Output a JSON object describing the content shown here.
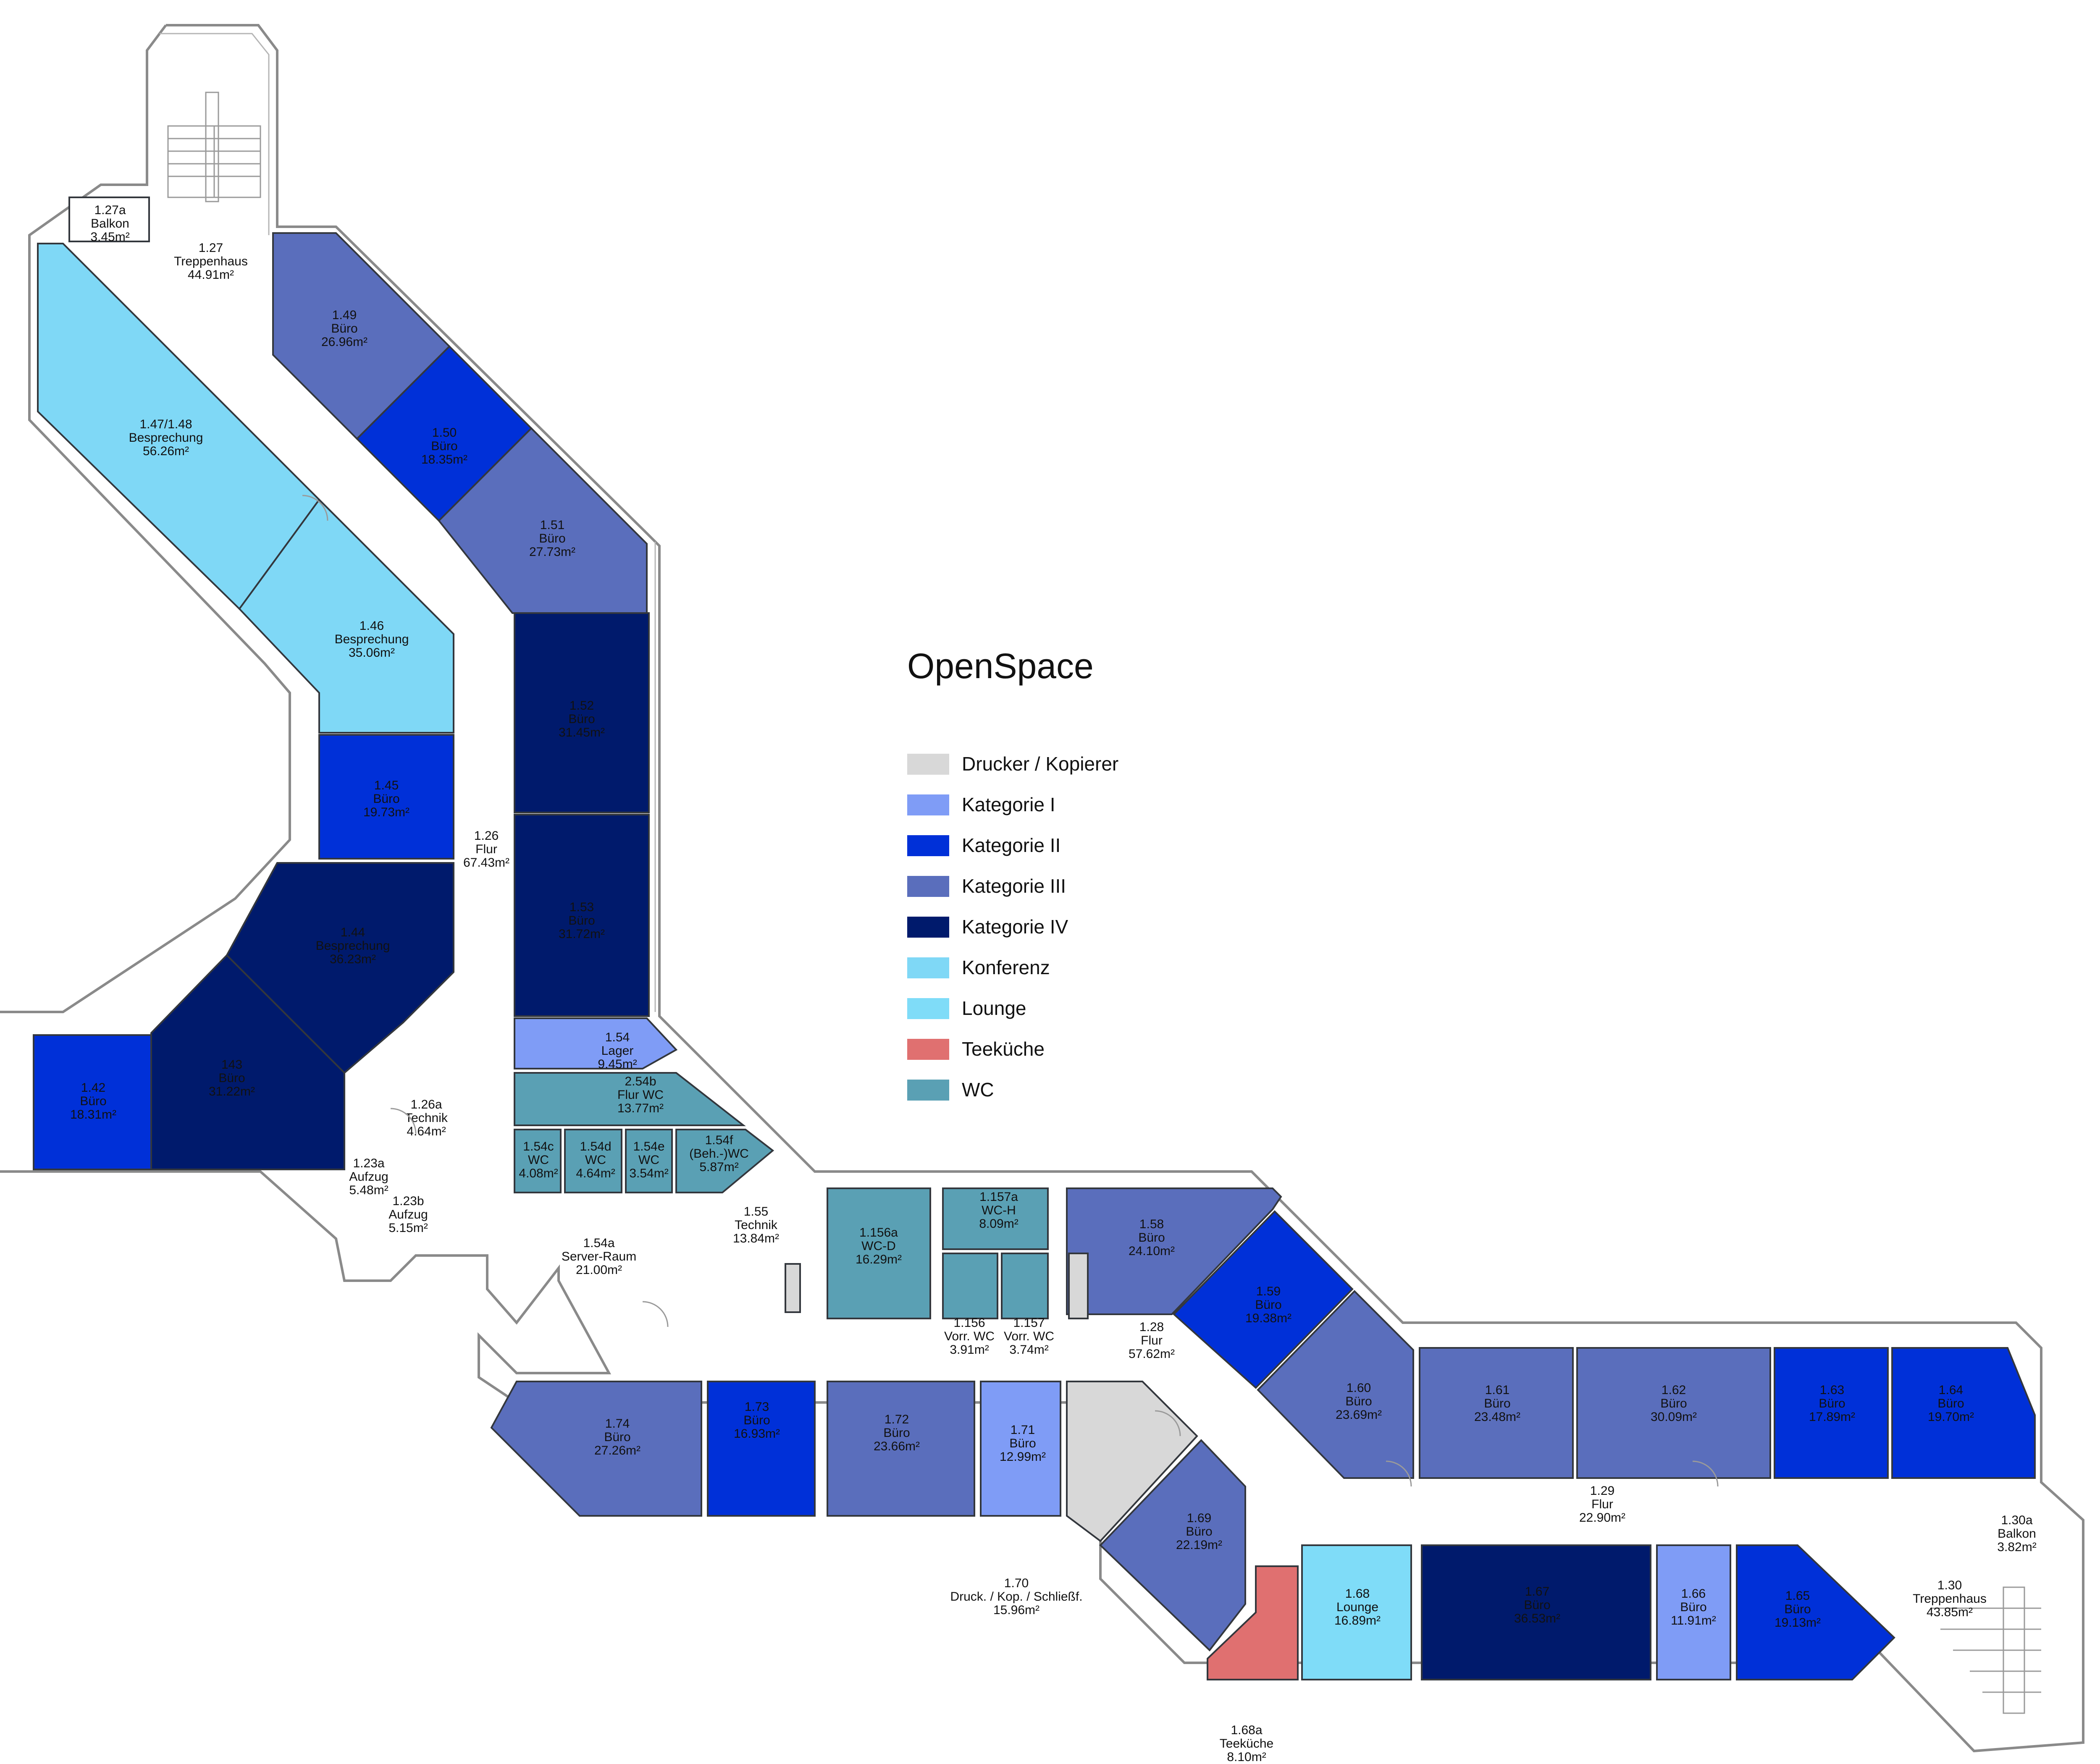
{
  "title": "OpenSpace",
  "colors": {
    "drucker": "#d8d8d8",
    "kat1": "#7f9cf6",
    "kat2": "#0030d8",
    "kat3": "#5a6ebc",
    "kat4": "#001a6c",
    "konferenz": "#7fd8f6",
    "lounge": "#7fdcf8",
    "teekueche": "#e07070",
    "wc": "#5aa0b4",
    "plain": "#ffffff"
  },
  "legend": [
    {
      "label": "Drucker / Kopierer",
      "color": "drucker"
    },
    {
      "label": "Kategorie I",
      "color": "kat1"
    },
    {
      "label": "Kategorie II",
      "color": "kat2"
    },
    {
      "label": "Kategorie III",
      "color": "kat3"
    },
    {
      "label": "Kategorie IV",
      "color": "kat4"
    },
    {
      "label": "Konferenz",
      "color": "konferenz"
    },
    {
      "label": "Lounge",
      "color": "lounge"
    },
    {
      "label": "Teeküche",
      "color": "teekueche"
    },
    {
      "label": "WC",
      "color": "wc"
    }
  ],
  "rooms": [
    {
      "id": "1.27a",
      "lines": [
        "1.27a",
        "Balkon",
        "3.45m²"
      ],
      "color": "plain"
    },
    {
      "id": "1.27",
      "lines": [
        "1.27",
        "Treppenhaus",
        "44.91m²"
      ],
      "color": "plain"
    },
    {
      "id": "1.49",
      "lines": [
        "1.49",
        "Büro",
        "26.96m²"
      ],
      "color": "kat3"
    },
    {
      "id": "1.50",
      "lines": [
        "1.50",
        "Büro",
        "18.35m²"
      ],
      "color": "kat2"
    },
    {
      "id": "1.47/1.48",
      "lines": [
        "1.47/1.48",
        "Besprechung",
        "56.26m²"
      ],
      "color": "konferenz"
    },
    {
      "id": "1.51",
      "lines": [
        "1.51",
        "Büro",
        "27.73m²"
      ],
      "color": "kat3"
    },
    {
      "id": "1.46",
      "lines": [
        "1.46",
        "Besprechung",
        "35.06m²"
      ],
      "color": "konferenz"
    },
    {
      "id": "1.52",
      "lines": [
        "1.52",
        "Büro",
        "31.45m²"
      ],
      "color": "kat4"
    },
    {
      "id": "1.45",
      "lines": [
        "1.45",
        "Büro",
        "19.73m²"
      ],
      "color": "kat2"
    },
    {
      "id": "1.26",
      "lines": [
        "1.26",
        "Flur",
        "67.43m²"
      ],
      "color": "plain"
    },
    {
      "id": "1.53",
      "lines": [
        "1.53",
        "Büro",
        "31.72m²"
      ],
      "color": "kat4"
    },
    {
      "id": "1.44",
      "lines": [
        "1.44",
        "Besprechung",
        "36.23m²"
      ],
      "color": "kat4"
    },
    {
      "id": "1.54",
      "lines": [
        "1.54",
        "Lager",
        "9.45m²"
      ],
      "color": "kat1"
    },
    {
      "id": "1.42",
      "lines": [
        "1.42",
        "Büro",
        "18.31m²"
      ],
      "color": "kat2"
    },
    {
      "id": "143",
      "lines": [
        "143",
        "Büro",
        "31.22m²"
      ],
      "color": "kat4"
    },
    {
      "id": "2.54b",
      "lines": [
        "2.54b",
        "Flur WC",
        "13.77m²"
      ],
      "color": "wc"
    },
    {
      "id": "1.26a",
      "lines": [
        "1.26a",
        "Technik",
        "4.64m²"
      ],
      "color": "plain"
    },
    {
      "id": "1.54c",
      "lines": [
        "1.54c",
        "WC",
        "4.08m²"
      ],
      "color": "wc"
    },
    {
      "id": "1.54d",
      "lines": [
        "1.54d",
        "WC",
        "4.64m²"
      ],
      "color": "wc"
    },
    {
      "id": "1.54e",
      "lines": [
        "1.54e",
        "WC",
        "3.54m²"
      ],
      "color": "wc"
    },
    {
      "id": "1.54f",
      "lines": [
        "1.54f",
        "(Beh.-)WC",
        "5.87m²"
      ],
      "color": "wc"
    },
    {
      "id": "1.23a",
      "lines": [
        "1.23a",
        "Aufzug",
        "5.48m²"
      ],
      "color": "plain"
    },
    {
      "id": "1.23b",
      "lines": [
        "1.23b",
        "Aufzug",
        "5.15m²"
      ],
      "color": "plain"
    },
    {
      "id": "1.157a",
      "lines": [
        "1.157a",
        "WC-H",
        "8.09m²"
      ],
      "color": "wc"
    },
    {
      "id": "1.58",
      "lines": [
        "1.58",
        "Büro",
        "24.10m²"
      ],
      "color": "kat3"
    },
    {
      "id": "1.156a",
      "lines": [
        "1.156a",
        "WC-D",
        "16.29m²"
      ],
      "color": "wc"
    },
    {
      "id": "1.55",
      "lines": [
        "1.55",
        "Technik",
        "13.84m²"
      ],
      "color": "plain"
    },
    {
      "id": "1.54a",
      "lines": [
        "1.54a",
        "Server-Raum",
        "21.00m²"
      ],
      "color": "plain"
    },
    {
      "id": "1.59",
      "lines": [
        "1.59",
        "Büro",
        "19.38m²"
      ],
      "color": "kat2"
    },
    {
      "id": "1.156",
      "lines": [
        "1.156",
        "Vorr. WC",
        "3.91m²"
      ],
      "color": "wc"
    },
    {
      "id": "1.157",
      "lines": [
        "1.157",
        "Vorr. WC",
        "3.74m²"
      ],
      "color": "wc"
    },
    {
      "id": "1.28",
      "lines": [
        "1.28",
        "Flur",
        "57.62m²"
      ],
      "color": "plain"
    },
    {
      "id": "1.60",
      "lines": [
        "1.60",
        "Büro",
        "23.69m²"
      ],
      "color": "kat3"
    },
    {
      "id": "1.61",
      "lines": [
        "1.61",
        "Büro",
        "23.48m²"
      ],
      "color": "kat3"
    },
    {
      "id": "1.62",
      "lines": [
        "1.62",
        "Büro",
        "30.09m²"
      ],
      "color": "kat3"
    },
    {
      "id": "1.63",
      "lines": [
        "1.63",
        "Büro",
        "17.89m²"
      ],
      "color": "kat2"
    },
    {
      "id": "1.64",
      "lines": [
        "1.64",
        "Büro",
        "19.70m²"
      ],
      "color": "kat2"
    },
    {
      "id": "1.74",
      "lines": [
        "1.74",
        "Büro",
        "27.26m²"
      ],
      "color": "kat3"
    },
    {
      "id": "1.73",
      "lines": [
        "1.73",
        "Büro",
        "16.93m²"
      ],
      "color": "kat2"
    },
    {
      "id": "1.72",
      "lines": [
        "1.72",
        "Büro",
        "23.66m²"
      ],
      "color": "kat3"
    },
    {
      "id": "1.71",
      "lines": [
        "1.71",
        "Büro",
        "12.99m²"
      ],
      "color": "kat1"
    },
    {
      "id": "1.70-area",
      "lines": [],
      "color": "drucker"
    },
    {
      "id": "1.69",
      "lines": [
        "1.69",
        "Büro",
        "22.19m²"
      ],
      "color": "kat3"
    },
    {
      "id": "1.29",
      "lines": [
        "1.29",
        "Flur",
        "22.90m²"
      ],
      "color": "plain"
    },
    {
      "id": "1.30a",
      "lines": [
        "1.30a",
        "Balkon",
        "3.82m²"
      ],
      "color": "plain"
    },
    {
      "id": "1.30",
      "lines": [
        "1.30",
        "Treppenhaus",
        "43.85m²"
      ],
      "color": "plain"
    },
    {
      "id": "1.70",
      "lines": [
        "1.70",
        "Druck. / Kop. / Schließf.",
        "15.96m²"
      ],
      "color": "plain"
    },
    {
      "id": "1.68",
      "lines": [
        "1.68",
        "Lounge",
        "16.89m²"
      ],
      "color": "lounge"
    },
    {
      "id": "1.67",
      "lines": [
        "1.67",
        "Büro",
        "36.53m²"
      ],
      "color": "kat4"
    },
    {
      "id": "1.66",
      "lines": [
        "1.66",
        "Büro",
        "11.91m²"
      ],
      "color": "kat1"
    },
    {
      "id": "1.65",
      "lines": [
        "1.65",
        "Büro",
        "19.13m²"
      ],
      "color": "kat2"
    },
    {
      "id": "1.68a-area",
      "lines": [],
      "color": "teekueche"
    },
    {
      "id": "1.68a",
      "lines": [
        "1.68a",
        "Teeküche",
        "8.10m²"
      ],
      "color": "plain"
    },
    {
      "id": "drucker-a",
      "lines": [],
      "color": "drucker"
    },
    {
      "id": "drucker-b",
      "lines": [],
      "color": "drucker"
    }
  ]
}
